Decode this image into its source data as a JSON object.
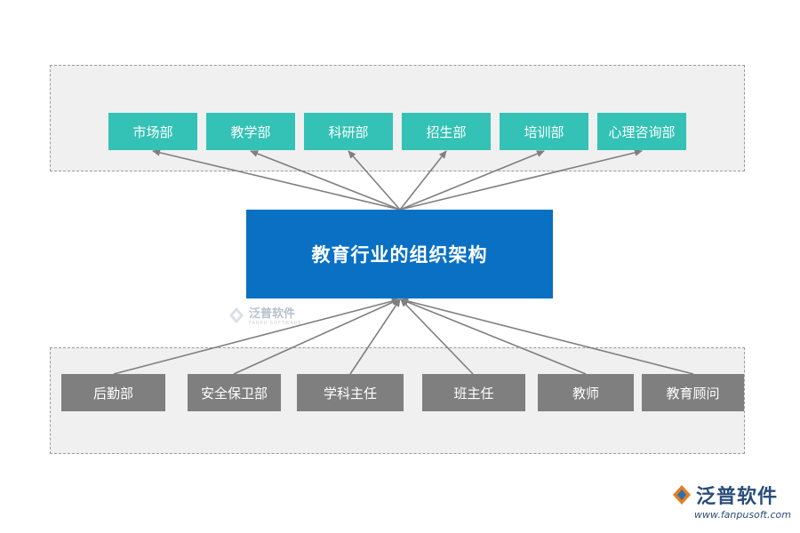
{
  "diagram": {
    "center": "教育行业的组织架构",
    "top_departments": [
      "市场部",
      "教学部",
      "科研部",
      "招生部",
      "培训部",
      "心理咨询部"
    ],
    "bottom_departments": [
      "后勤部",
      "安全保卫部",
      "学科主任",
      "班主任",
      "教师",
      "教育顾问"
    ]
  },
  "watermark": {
    "name": "泛普软件",
    "sub": "FANPU SOFTWARE"
  },
  "logo": {
    "name": "泛普软件",
    "url": "www.fanpusoft.com"
  },
  "colors": {
    "top_box": "#33c2b5",
    "bottom_box": "#7f7f7f",
    "center_box": "#0a70c4",
    "arrow": "#7f7f7f",
    "panel": "#f0f0f0"
  }
}
